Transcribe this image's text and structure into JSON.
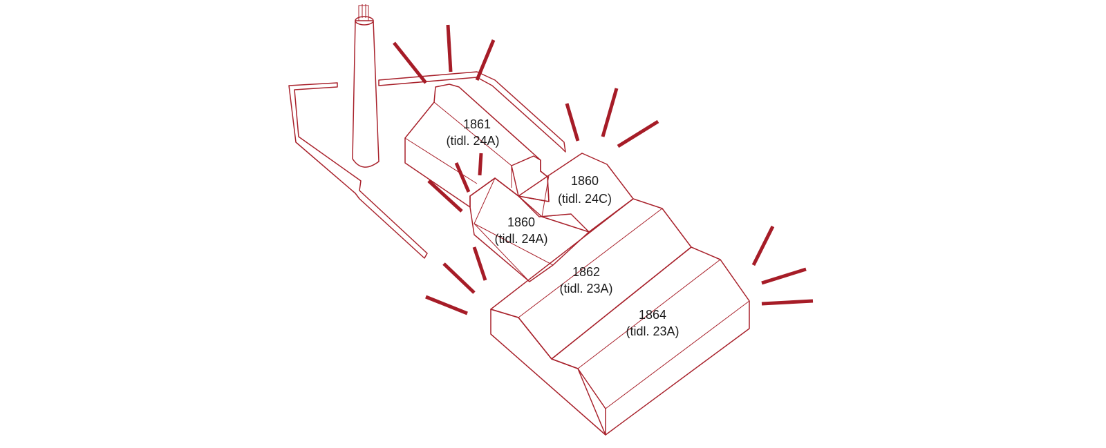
{
  "colors": {
    "outline": "#a8212b",
    "ray": "#a61c27",
    "red_dark": "#ed5a76",
    "red_mid": "#ef6f86",
    "pink": "#f48a97",
    "pink_light": "#f59aa5",
    "green": "#a8d8c6",
    "green_dark": "#9fd1be"
  },
  "buildings": [
    {
      "id": "b1861",
      "year": "1861",
      "former": "(tidl. 24A)"
    },
    {
      "id": "b1860c",
      "year": "1860",
      "former": "(tidl. 24C)"
    },
    {
      "id": "b1860a",
      "year": "1860",
      "former": "(tidl. 24A)"
    },
    {
      "id": "b1862",
      "year": "1862",
      "former": "(tidl. 23A)"
    },
    {
      "id": "b1864",
      "year": "1864",
      "former": "(tidl. 23A)"
    }
  ]
}
